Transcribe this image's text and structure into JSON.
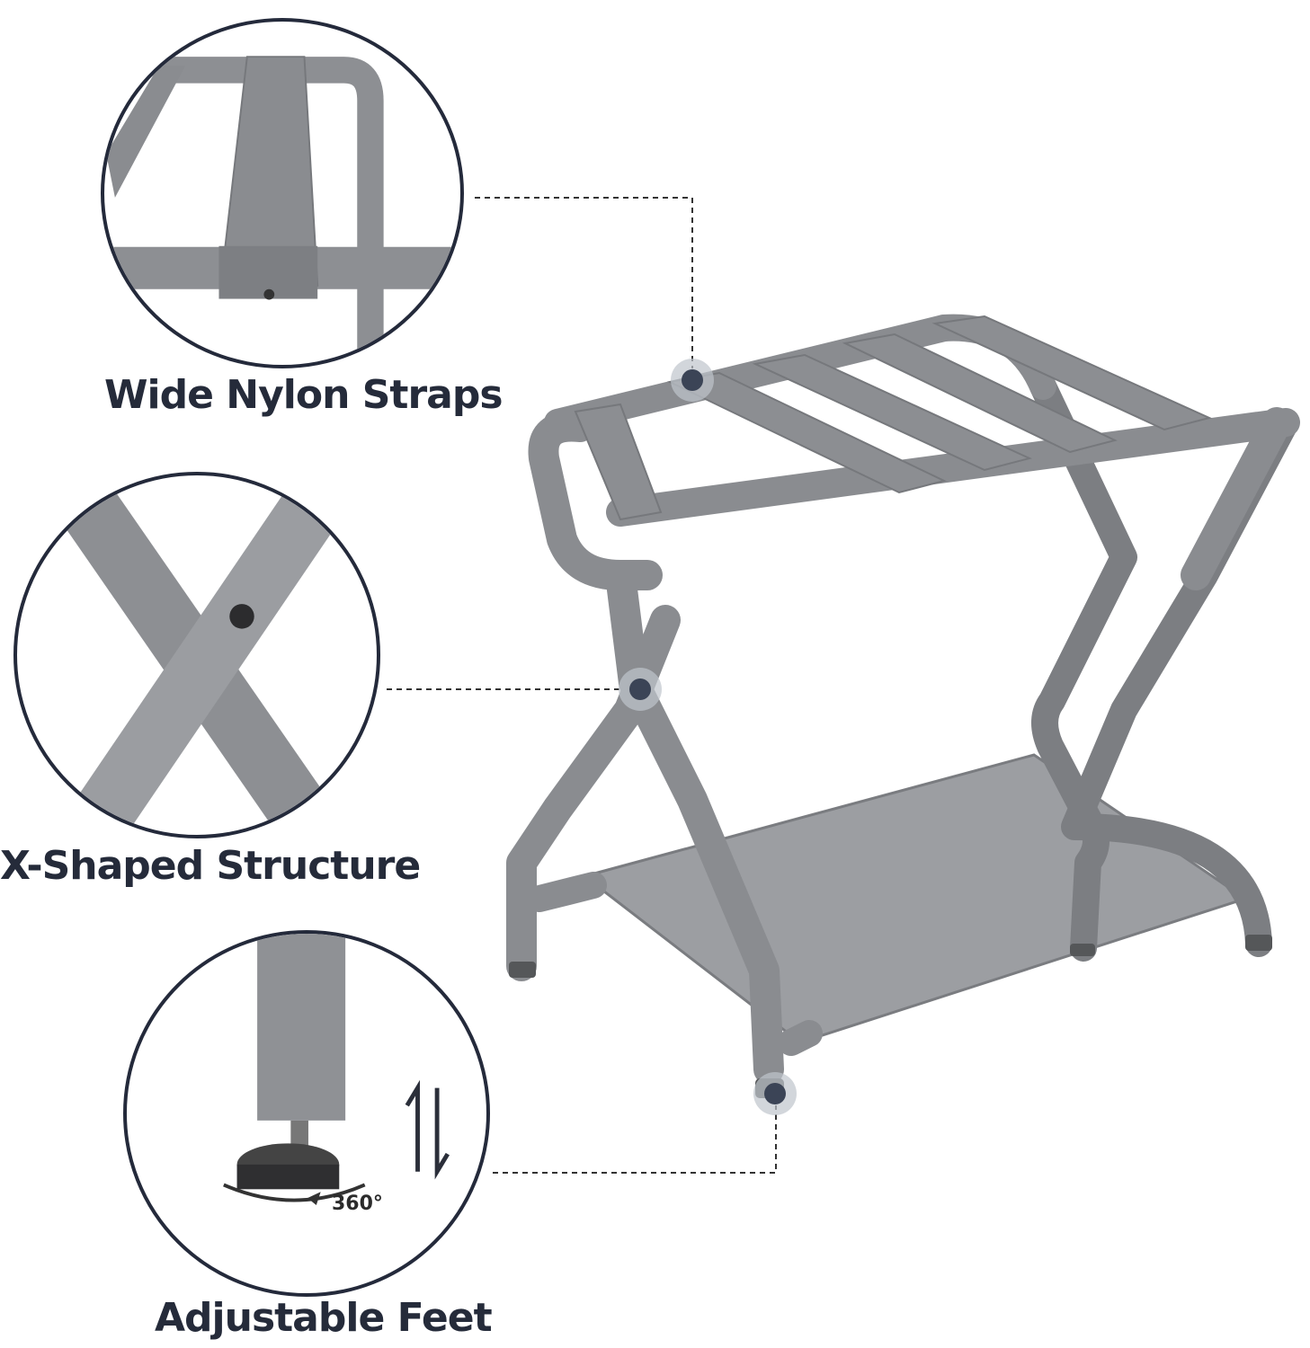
{
  "features": [
    {
      "id": "straps",
      "label": "Wide Nylon Straps",
      "icon": "strap-closeup"
    },
    {
      "id": "structure",
      "label": "X-Shaped Structure",
      "icon": "x-joint-closeup"
    },
    {
      "id": "feet",
      "label": "Adjustable Feet",
      "icon": "adjustable-foot-closeup"
    }
  ],
  "feet_detail": {
    "rotation_text": "360°",
    "arrows_icon": "up-down-arrows-icon"
  },
  "colors": {
    "frame": "#8e9094",
    "frame_dark": "#6b6d71",
    "strap": "#8a8c90",
    "strap_light": "#a3a5a9",
    "outline": "#242a3b",
    "marker": "#3b4456"
  }
}
